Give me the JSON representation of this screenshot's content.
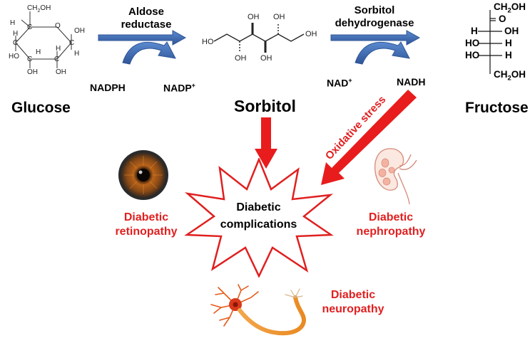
{
  "enzymes": {
    "aldose_reductase": [
      "Aldose",
      "reductase"
    ],
    "sorbitol_dehydrogenase": [
      "Sorbitol",
      "dehydrogenase"
    ]
  },
  "cofactors": {
    "nadph": "NADPH",
    "nadp": "NADP",
    "nadp_sup": "+",
    "nad": "NAD",
    "nad_sup": "+",
    "nadh": "NADH"
  },
  "compounds": {
    "glucose": "Glucose",
    "sorbitol": "Sorbitol",
    "fructose": "Fructose"
  },
  "glucose_atoms": {
    "ch2oh": "CH2OH",
    "o": "O",
    "oh": "OH",
    "h": "H",
    "c": "C",
    "ho": "HO"
  },
  "sorbitol_atoms": {
    "ho": "HO",
    "oh": "OH"
  },
  "fructose_atoms": {
    "ch2oh_top": "CH2OH",
    "o": "O",
    "h": "H",
    "oh": "OH",
    "ho": "HO",
    "ch2oh_bottom": "CH2OH"
  },
  "oxidative_stress": "Oxidative stress",
  "center": [
    "Diabetic",
    "complications"
  ],
  "outcomes": {
    "retinopathy": [
      "Diabetic",
      "retinopathy"
    ],
    "nephropathy": [
      "Diabetic",
      "nephropathy"
    ],
    "neuropathy": [
      "Diabetic",
      "neuropathy"
    ]
  },
  "colors": {
    "enzyme_arrow": "#4a7bc0",
    "enzyme_arrow_dark": "#2f5597",
    "red": "#e02020",
    "star_stroke": "#e02020"
  }
}
